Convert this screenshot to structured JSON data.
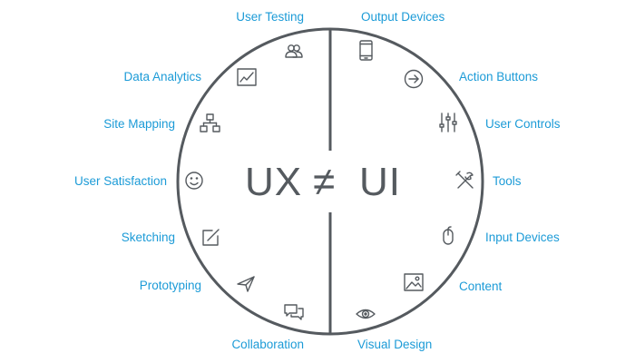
{
  "center": {
    "left_text": "UX",
    "operator": "≠",
    "right_text": "UI"
  },
  "ux_side": {
    "items": [
      {
        "label": "User Testing",
        "icon": "users-icon"
      },
      {
        "label": "Data Analytics",
        "icon": "chart-icon"
      },
      {
        "label": "Site Mapping",
        "icon": "sitemap-icon"
      },
      {
        "label": "User Satisfaction",
        "icon": "smiley-icon"
      },
      {
        "label": "Sketching",
        "icon": "sketch-icon"
      },
      {
        "label": "Prototyping",
        "icon": "paper-plane-icon"
      },
      {
        "label": "Collaboration",
        "icon": "chat-bubbles-icon"
      }
    ]
  },
  "ui_side": {
    "items": [
      {
        "label": "Output Devices",
        "icon": "phone-icon"
      },
      {
        "label": "Action Buttons",
        "icon": "arrow-circle-icon"
      },
      {
        "label": "User Controls",
        "icon": "sliders-icon"
      },
      {
        "label": "Tools",
        "icon": "tools-icon"
      },
      {
        "label": "Input Devices",
        "icon": "mouse-icon"
      },
      {
        "label": "Content",
        "icon": "image-icon"
      },
      {
        "label": "Visual Design",
        "icon": "eye-icon"
      }
    ]
  },
  "colors": {
    "label": "#1c9bd7",
    "stroke": "#555a5f",
    "background": "#ffffff"
  }
}
